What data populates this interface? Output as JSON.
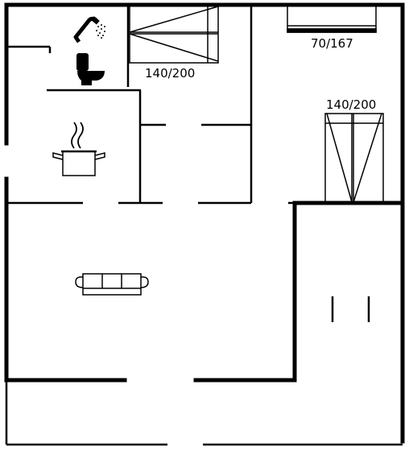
{
  "floor_plan": {
    "bed_labels": {
      "bunk_upper": "140/200",
      "single_top_right": "70/167",
      "bunk_right": "140/200"
    },
    "icons": [
      "shower-icon",
      "toilet-icon",
      "cooking-pot-icon",
      "sofa-icon"
    ]
  }
}
